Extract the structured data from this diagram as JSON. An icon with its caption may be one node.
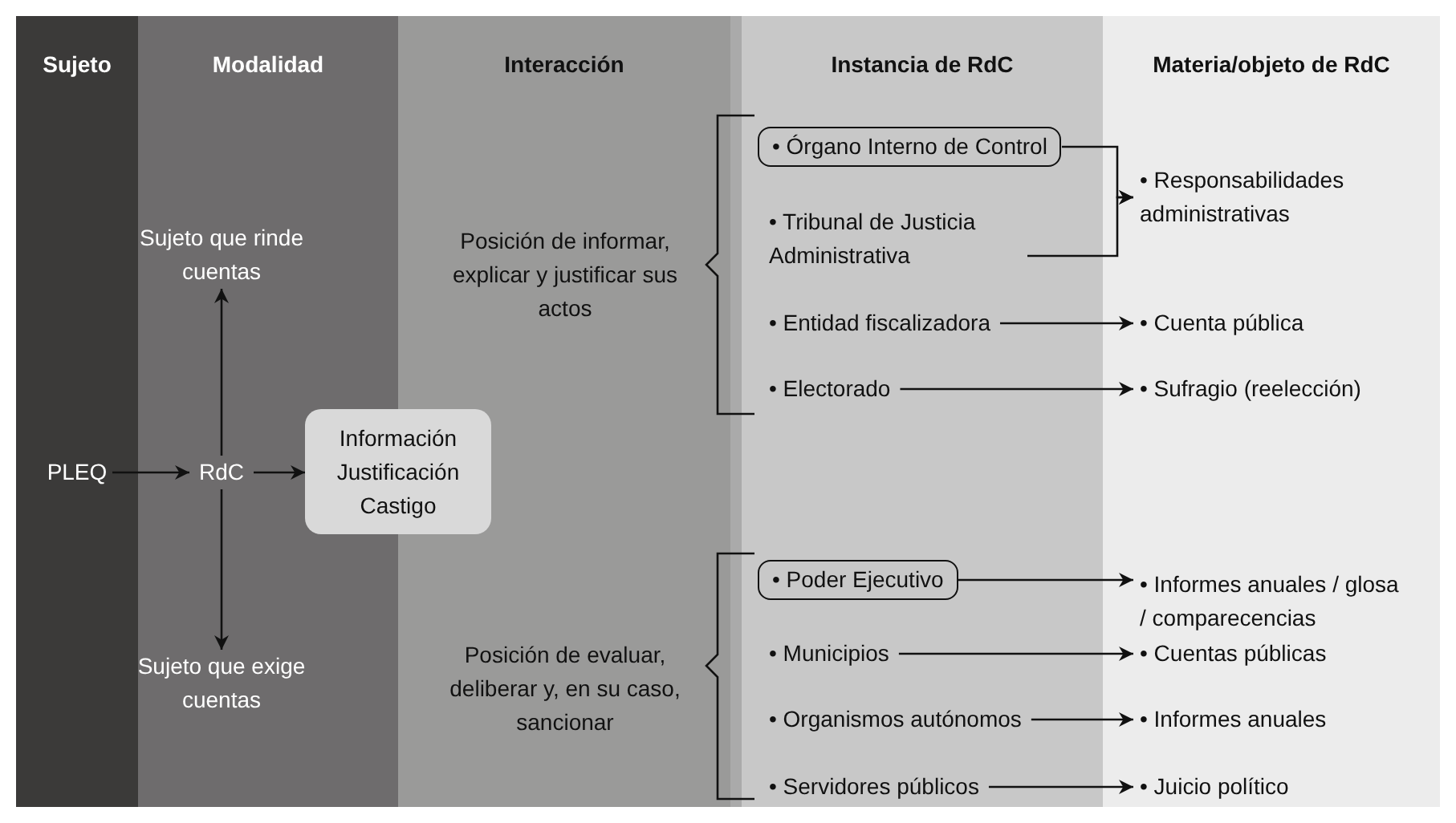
{
  "diagram": {
    "nodes": [
      {
        "text": [
          "Sujeto"
        ]
      },
      {
        "text": [
          "Modalidad"
        ]
      },
      {
        "text": [
          "Interacción"
        ]
      },
      {
        "text": [
          "Instancia de RdC"
        ]
      },
      {
        "text": [
          "Materia/objeto de RdC"
        ]
      },
      {
        "text": [
          "PLEQ"
        ],
        "in": 0
      },
      {
        "text": [
          "RdC"
        ],
        "in": 1
      },
      {
        "text": [
          "Sujeto que rinde cuentas"
        ],
        "in": 1
      },
      {
        "text": [
          "Sujeto que exige cuentas"
        ],
        "in": 1
      },
      {
        "text": [
          "Información Justificación Castigo"
        ]
      },
      {
        "text": [
          "Posición de informar, explicar y justificar sus actos"
        ],
        "in": 2
      },
      {
        "text": [
          "Posición de evaluar, deliberar y, en su caso, sancionar"
        ],
        "in": 2
      },
      {
        "text": [
          "• Órgano Interno de Control"
        ],
        "in": 3
      },
      {
        "text": [
          "• Tribunal de Justicia Administrativa"
        ],
        "in": 3
      },
      {
        "text": [
          "• Entidad fiscalizadora"
        ],
        "in": 3
      },
      {
        "text": [
          "• Electorado"
        ],
        "in": 3
      },
      {
        "text": [
          "• Poder Ejecutivo"
        ],
        "in": 3
      },
      {
        "text": [
          "• Municipios"
        ],
        "in": 3
      },
      {
        "text": [
          "• Organismos autónomos"
        ],
        "in": 3
      },
      {
        "text": [
          "• Servidores públicos"
        ],
        "in": 3
      },
      {
        "text": [
          "• Responsabilidades administrativas"
        ],
        "in": 4
      },
      {
        "text": [
          "• Cuenta pública"
        ],
        "in": 4
      },
      {
        "text": [
          "• Sufragio (reelección)"
        ],
        "in": 4
      },
      {
        "text": [
          "• Informes anuales / glosa / comparecencias"
        ],
        "in": 4
      },
      {
        "text": [
          "• Cuentas públicas"
        ],
        "in": 4
      },
      {
        "text": [
          "• Informes anuales"
        ],
        "in": 4
      },
      {
        "text": [
          "• Juicio político"
        ],
        "in": 4
      }
    ],
    "edges": [
      {
        "from": 5,
        "to": 6,
        "arrow": "to"
      },
      {
        "from": 6,
        "to": 9,
        "arrow": "to"
      },
      {
        "from": 6,
        "to": 7,
        "arrow": "to"
      },
      {
        "from": 6,
        "to": 8,
        "arrow": "to"
      },
      {
        "from": 12,
        "to": 20,
        "arrow": "to"
      },
      {
        "from": 13,
        "to": 20,
        "arrow": "to"
      },
      {
        "from": 14,
        "to": 21,
        "arrow": "to"
      },
      {
        "from": 15,
        "to": 22,
        "arrow": "to"
      },
      {
        "from": 16,
        "to": 23,
        "arrow": "to"
      },
      {
        "from": 17,
        "to": 24,
        "arrow": "to"
      },
      {
        "from": 18,
        "to": 25,
        "arrow": "to"
      },
      {
        "from": 19,
        "to": 26,
        "arrow": "to"
      }
    ]
  }
}
